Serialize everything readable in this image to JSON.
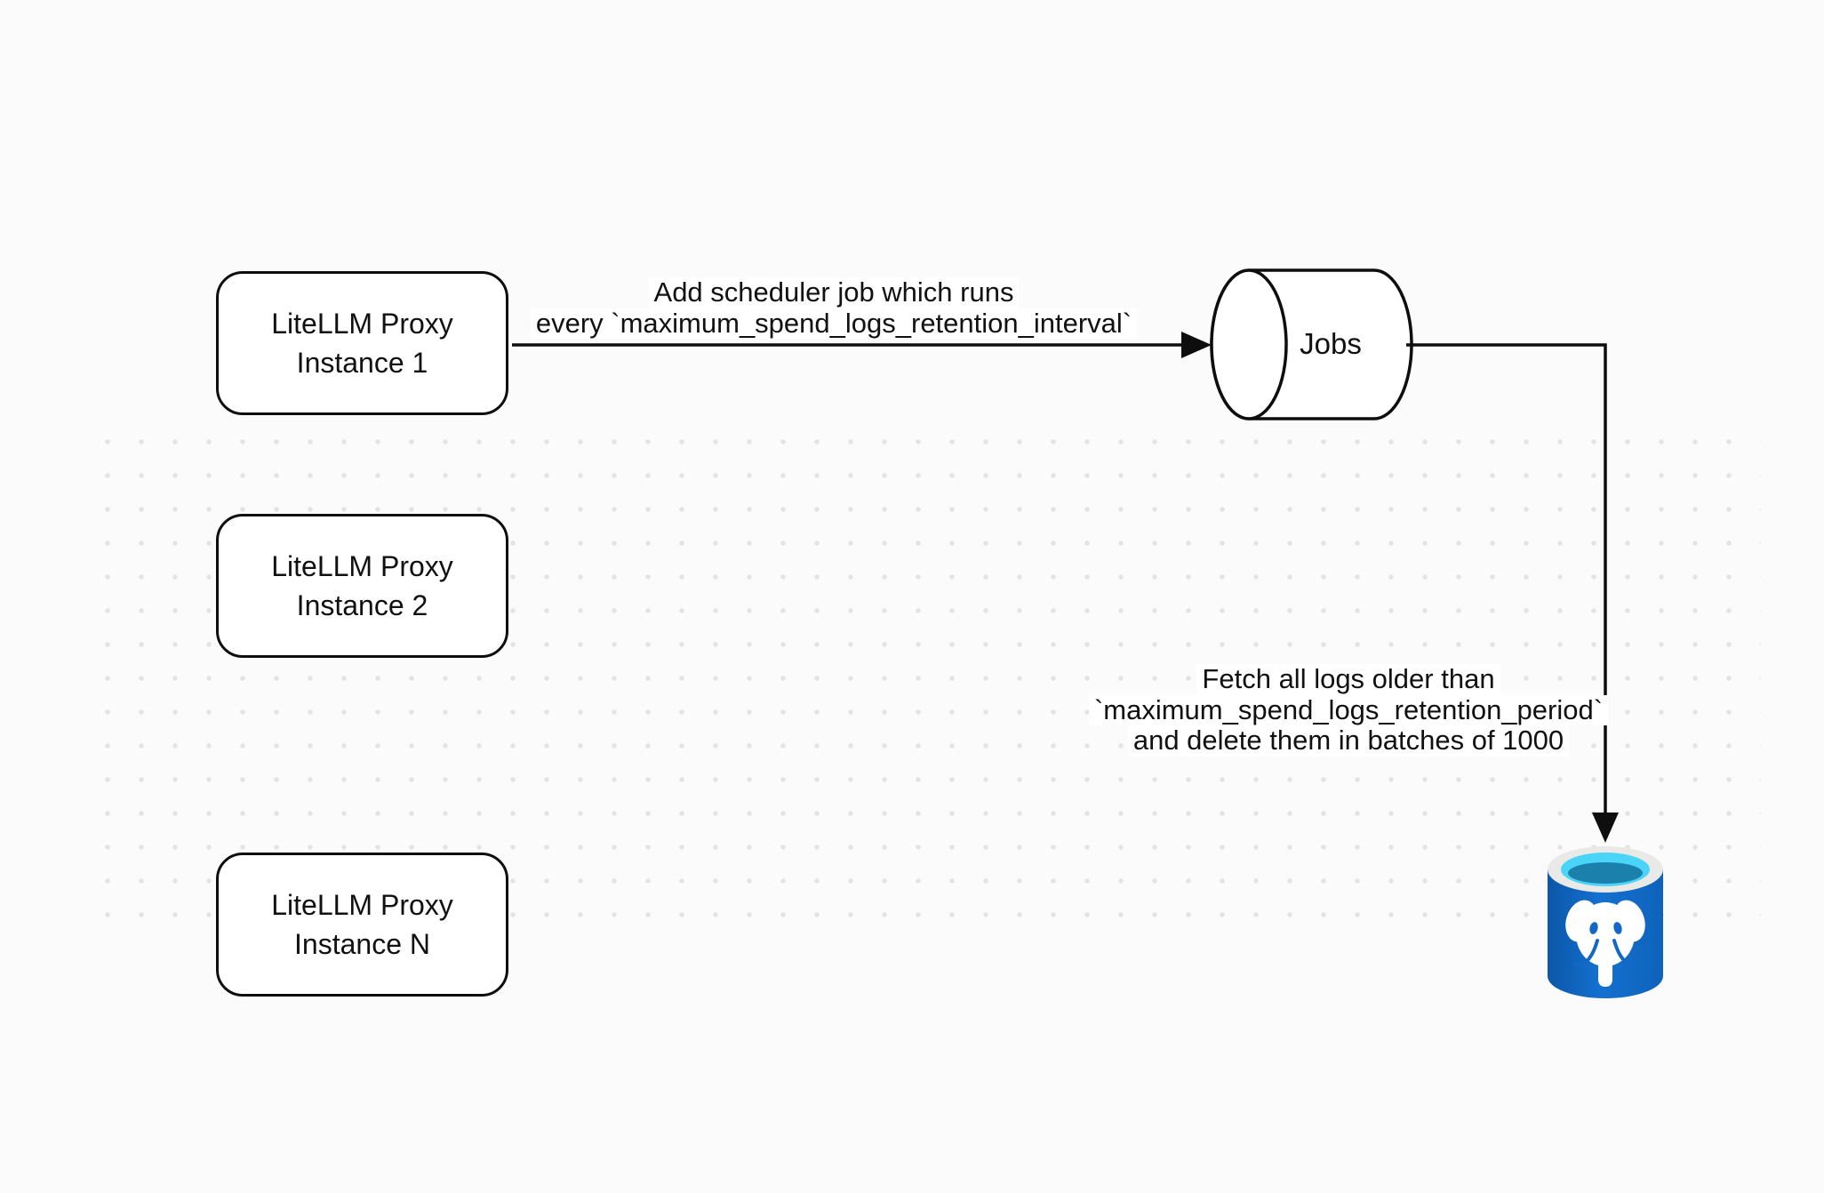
{
  "canvas": {
    "background": "#fbfbfb",
    "dot_color": "#e3e3e3",
    "stroke_color": "#0e0e0e"
  },
  "nodes": {
    "proxy_instance_1": {
      "line1": "LiteLLM Proxy",
      "line2": "Instance 1"
    },
    "proxy_instance_2": {
      "line1": "LiteLLM Proxy",
      "line2": "Instance 2"
    },
    "proxy_instance_n": {
      "line1": "LiteLLM Proxy",
      "line2": "Instance N"
    },
    "jobs_queue": {
      "label": "Jobs"
    },
    "postgres_db": {
      "icon": "postgresql-database-icon",
      "colors": {
        "body_blue": "#1268c6",
        "body_blue_dark": "#0b57a9",
        "rim_gray": "#e9e9e7",
        "water_cyan": "#4ad4f7",
        "water_dark": "#1b80ab",
        "elephant": "#ffffff"
      }
    }
  },
  "edge_labels": {
    "scheduler": {
      "line1": "Add scheduler job which runs",
      "line2": "every `maximum_spend_logs_retention_interval`"
    },
    "fetch_delete": {
      "line1": "Fetch all logs older than",
      "line2": "`maximum_spend_logs_retention_period`",
      "line3": "and delete them in batches of 1000"
    }
  }
}
